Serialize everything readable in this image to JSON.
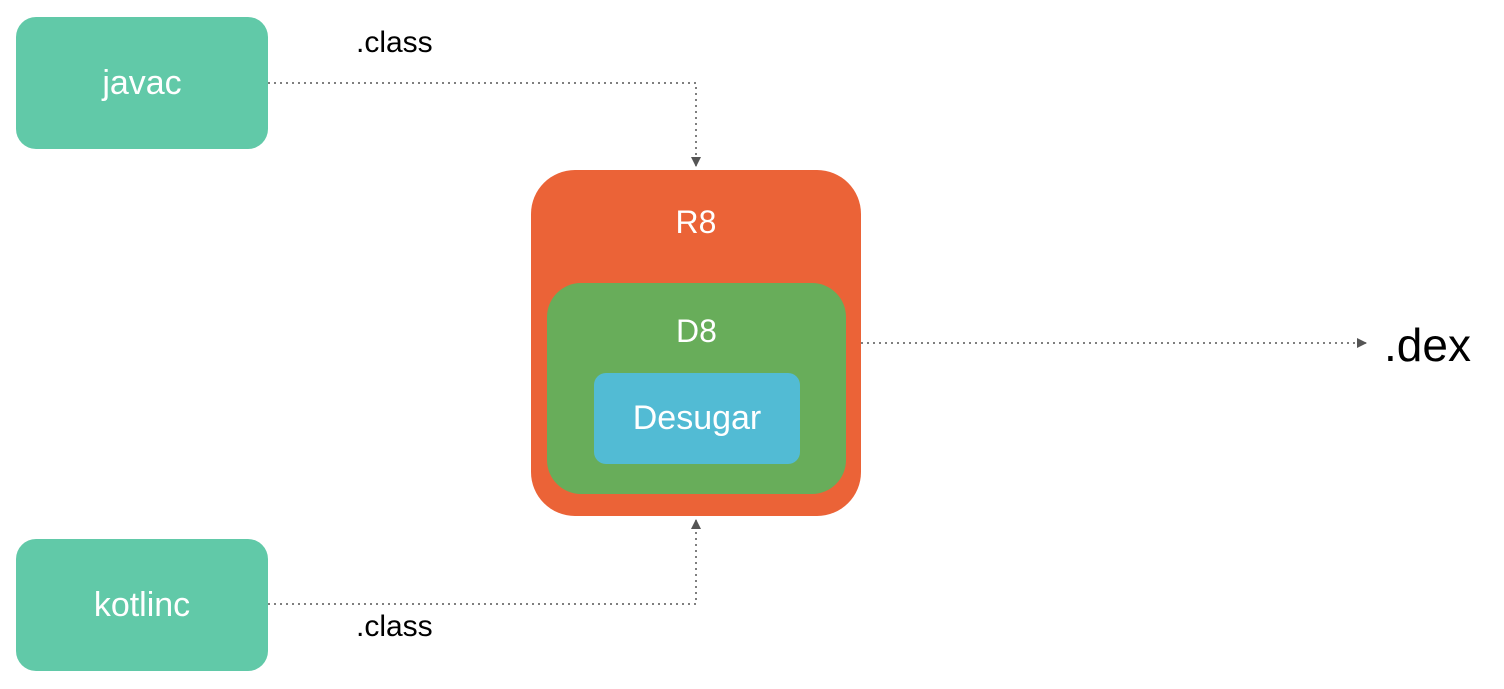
{
  "nodes": {
    "javac": "javac",
    "kotlinc": "kotlinc",
    "r8": "R8",
    "d8": "D8",
    "desugar": "Desugar"
  },
  "edges": {
    "javac_to_r8": ".class",
    "kotlinc_to_r8": ".class"
  },
  "output": ".dex",
  "colors": {
    "compiler": "#61c9a8",
    "r8": "#eb6337",
    "d8": "#68ad5a",
    "desugar": "#52bbd4",
    "connector": "#555555"
  }
}
